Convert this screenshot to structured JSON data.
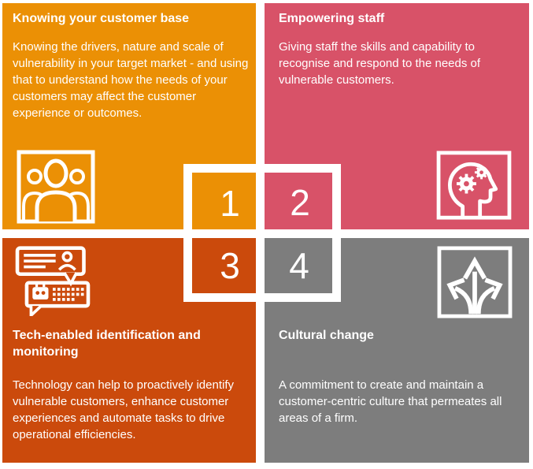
{
  "diagram": {
    "text_color": "#ffffff",
    "frame_color": "#ffffff",
    "quadrants": [
      {
        "number": "1",
        "title": "Knowing your customer base",
        "body": "Knowing the drivers, nature and scale of vulnerability in your target market - and using that to understand how the needs of your customers may affect the customer experience or outcomes.",
        "color": "#EB9005",
        "icon": "people-group-icon"
      },
      {
        "number": "2",
        "title": "Empowering staff",
        "body": "Giving staff the skills and capability to recognise and respond to the needs of vulnerable customers.",
        "color": "#D85268",
        "icon": "head-gears-icon"
      },
      {
        "number": "3",
        "title": "Tech-enabled identification and monitoring",
        "body": "Technology can help to proactively identify vulnerable customers, enhance customer experiences and automate tasks to drive operational efficiencies.",
        "color": "#CB4A0C",
        "icon": "chatbot-conversation-icon"
      },
      {
        "number": "4",
        "title": "Cultural change",
        "body": "A commitment to create and maintain a customer-centric culture that permeates all areas of a firm.",
        "color": "#7D7D7D",
        "icon": "branching-arrows-icon"
      }
    ]
  }
}
